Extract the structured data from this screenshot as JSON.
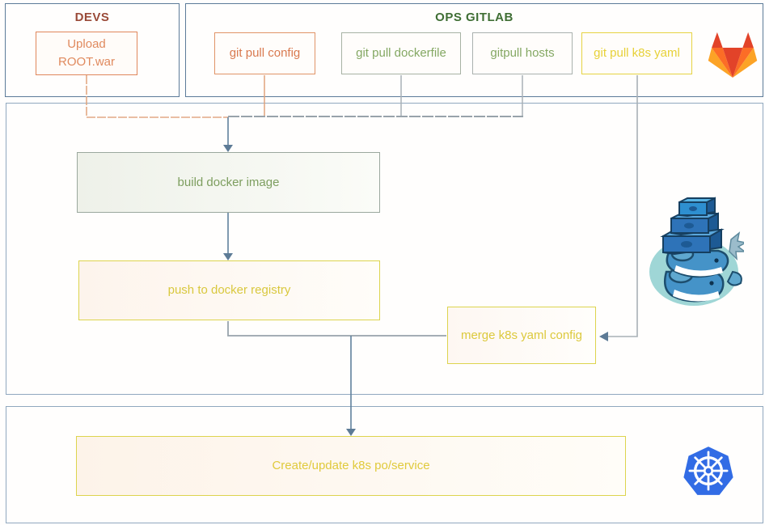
{
  "groups": {
    "devs": {
      "title": "DEVS",
      "title_color": "#9a4a38"
    },
    "ops": {
      "title": "OPS GITLAB",
      "title_color": "#3f6e34"
    }
  },
  "nodes": {
    "upload": {
      "label": "Upload ROOT.war",
      "color": "#e08a5e"
    },
    "config": {
      "label": "git pull config",
      "color": "#d97a50"
    },
    "dockerfile": {
      "label": "git pull dockerfile",
      "color": "#84a863"
    },
    "hosts": {
      "label": "gitpull hosts",
      "color": "#84a863"
    },
    "k8s_yaml": {
      "label": "git pull k8s yaml",
      "color": "#e7d138"
    },
    "build": {
      "label": "build docker image",
      "color": "#7d9e5f"
    },
    "push": {
      "label": "push to docker registry",
      "color": "#d9c83e"
    },
    "merge": {
      "label": "merge k8s yaml config",
      "color": "#dcc93c"
    },
    "deploy": {
      "label": "Create/update k8s po/service",
      "color": "#e0ca3c"
    }
  },
  "edges": [
    {
      "from": "upload",
      "to": "build"
    },
    {
      "from": "config",
      "to": "build"
    },
    {
      "from": "dockerfile",
      "to": "build"
    },
    {
      "from": "hosts",
      "to": "build"
    },
    {
      "from": "k8s_yaml",
      "to": "merge"
    },
    {
      "from": "build",
      "to": "push"
    },
    {
      "from": "push",
      "to": "deploy"
    },
    {
      "from": "merge",
      "to": "deploy"
    }
  ],
  "icons": {
    "gitlab": "gitlab-tanuki-logo",
    "docker": "docker-swarm-whales-logo",
    "kubernetes": "kubernetes-helm-logo"
  },
  "colors": {
    "group_border": "#5c7b99",
    "section_border": "#90a8bf",
    "orange_wire": "#dfa078",
    "gray_wire": "#a0aab2",
    "arrow_wire": "#5d7b96",
    "gitlab_red": "#e24329",
    "gitlab_orange": "#fc6d26",
    "gitlab_yellow": "#fca326",
    "kubernetes_blue": "#326ce5",
    "docker_blue": "#3f8fc6"
  }
}
